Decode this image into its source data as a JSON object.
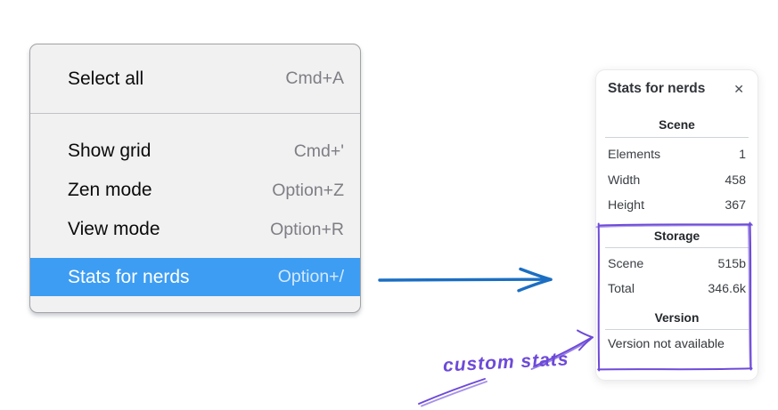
{
  "colors": {
    "menu_highlight": "#3d9df3",
    "menu_background": "#f1f1f2",
    "flow_arrow": "#1b6ec2",
    "annotation": "#6d4ad8"
  },
  "context_menu": {
    "sections": [
      {
        "items": [
          {
            "label": "Select all",
            "shortcut": "Cmd+A"
          }
        ]
      },
      {
        "items": [
          {
            "label": "Show grid",
            "shortcut": "Cmd+'"
          },
          {
            "label": "Zen mode",
            "shortcut": "Option+Z"
          },
          {
            "label": "View mode",
            "shortcut": "Option+R"
          },
          {
            "label": "Stats for nerds",
            "shortcut": "Option+/",
            "highlighted": true
          }
        ]
      }
    ]
  },
  "stats_panel": {
    "title": "Stats for nerds",
    "close_icon": "✕",
    "scene": {
      "heading": "Scene",
      "rows": [
        {
          "label": "Elements",
          "value": "1"
        },
        {
          "label": "Width",
          "value": "458"
        },
        {
          "label": "Height",
          "value": "367"
        }
      ]
    },
    "storage": {
      "heading": "Storage",
      "rows": [
        {
          "label": "Scene",
          "value": "515b"
        },
        {
          "label": "Total",
          "value": "346.6k"
        }
      ]
    },
    "version": {
      "heading": "Version",
      "note": "Version not available"
    }
  },
  "annotation": {
    "text": "custom stats"
  }
}
